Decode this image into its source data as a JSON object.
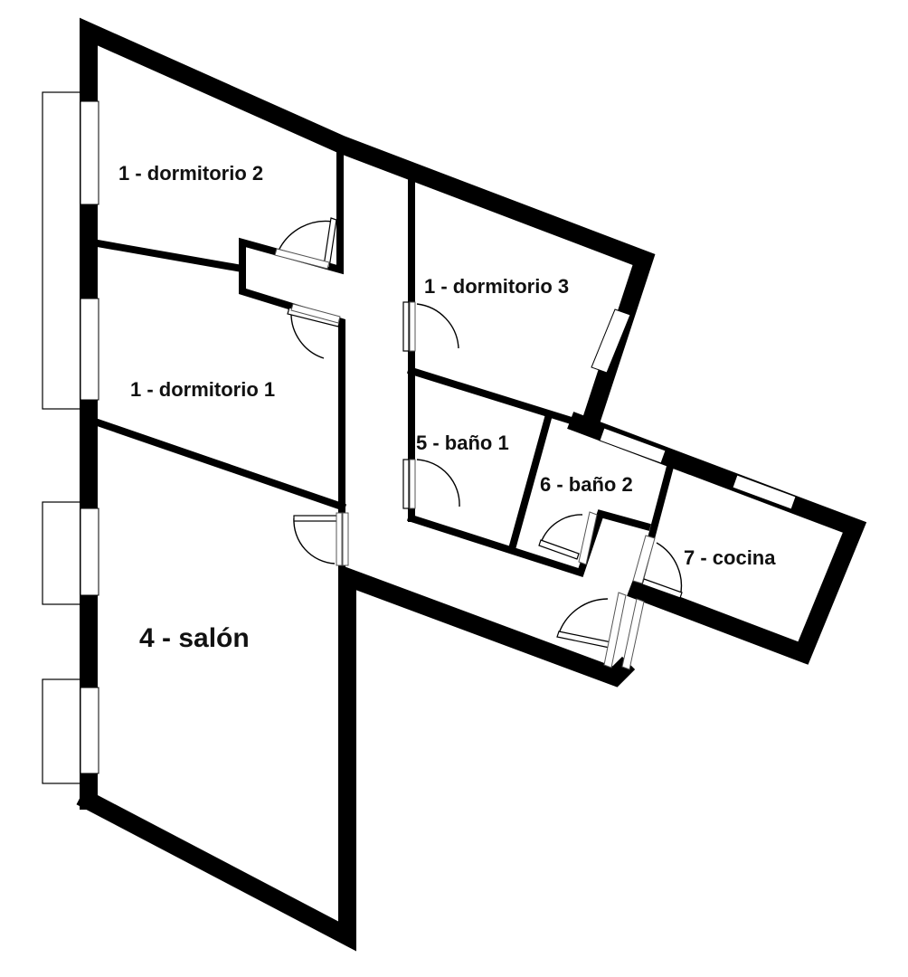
{
  "rooms": [
    {
      "id": "dormitorio-2",
      "label": "1 - dormitorio 2"
    },
    {
      "id": "dormitorio-1",
      "label": "1 - dormitorio 1"
    },
    {
      "id": "dormitorio-3",
      "label": "1 - dormitorio 3"
    },
    {
      "id": "salon",
      "label": "4 - salón"
    },
    {
      "id": "bano-1",
      "label": "5 - baño 1"
    },
    {
      "id": "bano-2",
      "label": "6 - baño 2"
    },
    {
      "id": "cocina",
      "label": "7 - cocina"
    }
  ],
  "colors": {
    "wall": "#000000",
    "background": "#ffffff",
    "text": "#111111"
  }
}
